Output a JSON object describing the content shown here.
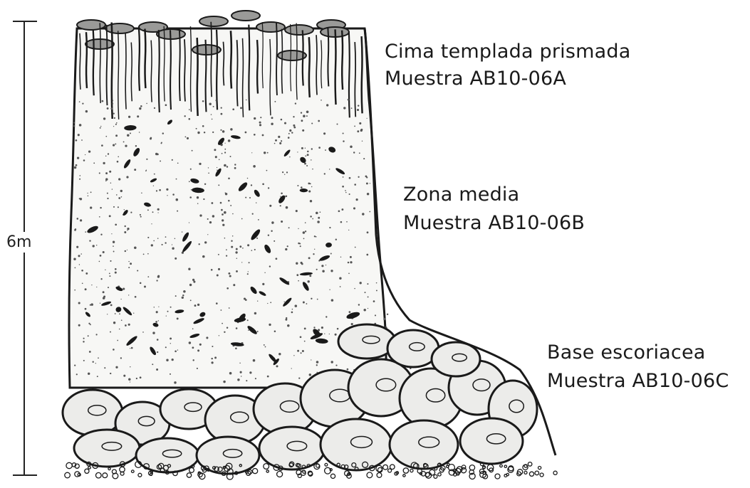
{
  "scale": {
    "label": "6m"
  },
  "zones": [
    {
      "id": "top",
      "name": "Cima templada prismada",
      "sample": "Muestra AB10-06A"
    },
    {
      "id": "middle",
      "name": "Zona media",
      "sample": "Muestra AB10-06B"
    },
    {
      "id": "base",
      "name": "Base escoriacea",
      "sample": "Muestra AB10-06C"
    }
  ],
  "colors": {
    "ink": "#1a1a1a",
    "stipple": "#555555",
    "column_fill": "#f7f7f5",
    "block_fill": "#ececea"
  }
}
